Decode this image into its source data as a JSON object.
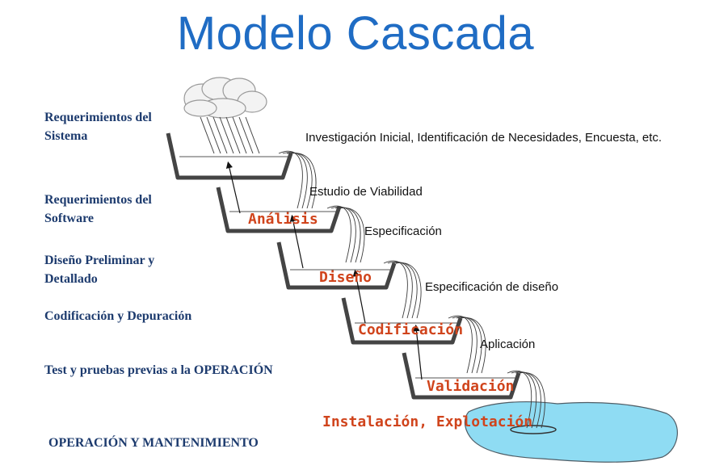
{
  "title": "Modelo Cascada",
  "left_labels": [
    "Requerimientos del Sistema",
    "Requerimientos del Software",
    "Diseño Preliminar y Detallado",
    "Codificación y Depuración",
    "Test y pruebas previas a la OPERACIÓN",
    "OPERACIÓN Y MANTENIMIENTO"
  ],
  "annotations": [
    "Investigación Inicial, Identificación de Necesidades, Encuesta, etc.",
    "Estudio de Viabilidad",
    "Especificación",
    "Especificación de diseño",
    "Aplicación"
  ],
  "stages": [
    "Análisis",
    "Diseño",
    "Codificación",
    "Validación",
    "Instalación, Explotación"
  ],
  "colors": {
    "title": "#1f6cc4",
    "left_labels": "#1d3b6e",
    "stage_labels": "#d0441c",
    "step_fill": "#d4d4d4",
    "water": "#b6e6f8",
    "pool": "#8fdcf3"
  }
}
